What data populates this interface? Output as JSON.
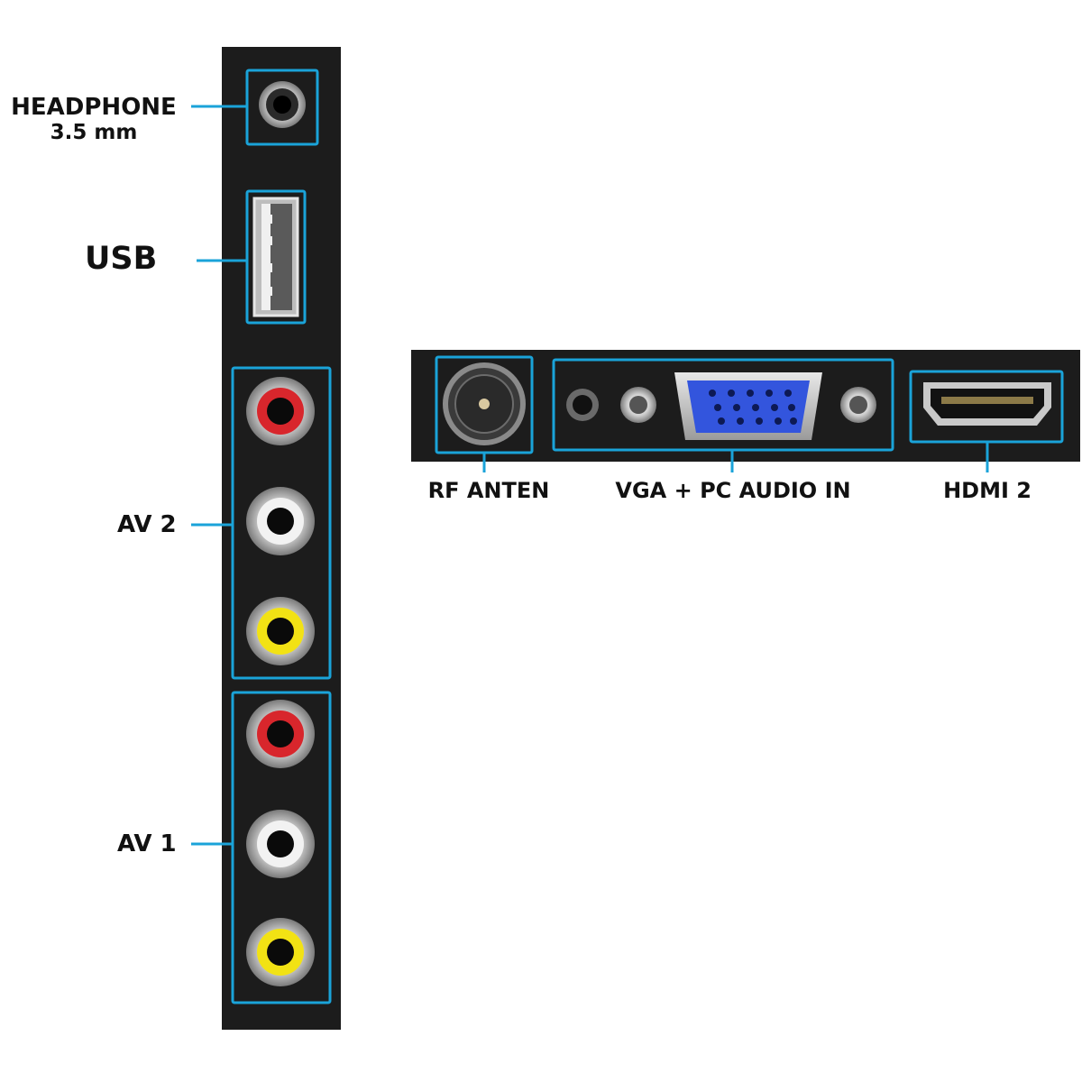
{
  "labels": {
    "headphone": "HEADPHONE",
    "headphone_size": "3.5 mm",
    "usb": "USB",
    "av2": "AV 2",
    "av1": "AV 1",
    "rf": "RF ANTEN",
    "vga": "VGA + PC AUDIO IN",
    "hdmi": "HDMI 2"
  },
  "colors": {
    "panel": "#1c1c1c",
    "highlight": "#1aa3d9",
    "rca_red": "#d8262c",
    "rca_white": "#f2f2f2",
    "rca_yellow": "#f2e214",
    "vga_blue": "#3355dd"
  },
  "ports": {
    "side_panel": [
      "headphone-jack",
      "usb-port",
      "av2-audio-red",
      "av2-audio-white",
      "av2-video-yellow",
      "av1-audio-red",
      "av1-audio-white",
      "av1-video-yellow"
    ],
    "bottom_panel": [
      "rf-antenna-port",
      "pc-audio-jack",
      "vga-port",
      "hdmi-port"
    ]
  }
}
